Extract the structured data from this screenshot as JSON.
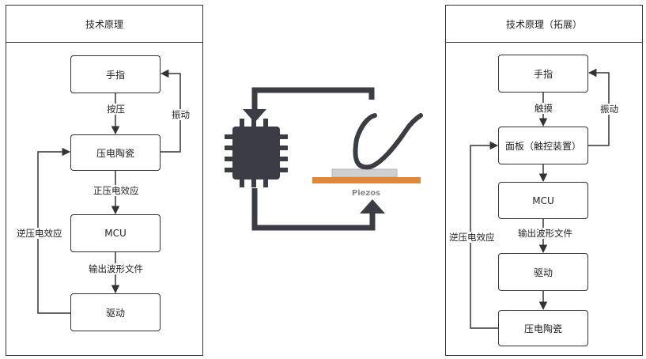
{
  "left_panel": {
    "title": "技术原理",
    "boxes": {
      "finger": "手指",
      "piezo": "压电陶瓷",
      "mcu": "MCU",
      "driver": "驱动"
    },
    "labels": {
      "press": "按压",
      "vibration": "振动",
      "direct_effect": "正压电效应",
      "output_waveform": "输出波形文件",
      "inverse_effect": "逆压电效应"
    }
  },
  "right_panel": {
    "title": "技术原理（拓展）",
    "boxes": {
      "finger": "手指",
      "panel": "面板（触控装置）",
      "mcu": "MCU",
      "driver": "驱动",
      "piezo": "压电陶瓷"
    },
    "labels": {
      "touch": "触摸",
      "vibration": "振动",
      "output_waveform": "输出波形文件",
      "inverse_effect": "逆压电效应"
    }
  },
  "illustration": {
    "piezo_label": "Piezos",
    "colors": {
      "chip": "#3a3d44",
      "piezo_plate": "#e0883a",
      "piezo_top": "#d0d0d0",
      "text": "#888888"
    }
  }
}
